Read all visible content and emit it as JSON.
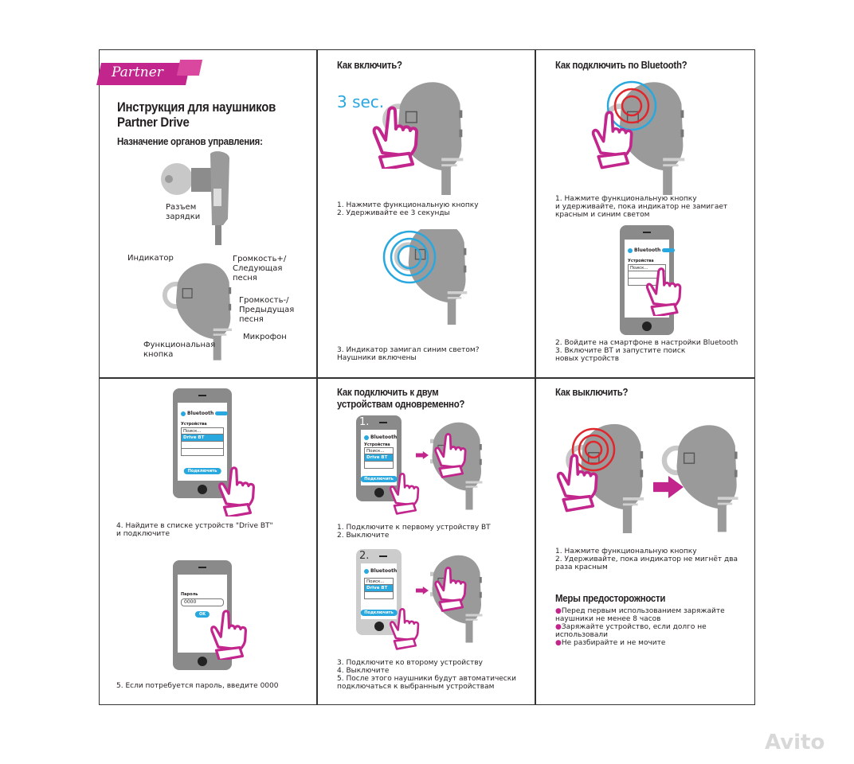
{
  "brand": {
    "logo": "Partner"
  },
  "panel1": {
    "title_line1": "Инструкция для наушников",
    "title_line2": "Partner Drive",
    "subtitle": "Назначение органов управления:",
    "labels": {
      "charging": "Разъем\nзарядки",
      "indicator": "Индикатор",
      "vol_up": "Громкость+/\nСледующая\nпесня",
      "vol_down": "Громкость-/\nПредыдущая\nпесня",
      "mic": "Микрофон",
      "func": "Функциональная\nкнопка"
    }
  },
  "panel2": {
    "title": "Как включить?",
    "timer": "3 sec.",
    "step12": "1. Нажмите функциональную кнопку\n2. Удерживайте ее 3 секунды",
    "step3": "3. Индикатор замигал синим светом?\nНаушники включены"
  },
  "panel3": {
    "title": "Как подключить по Bluetooth?",
    "step1": "1. Нажмите функциональную кнопку\nи удерживайте, пока индикатор не замигает\nкрасным и синим светом",
    "step23": "2. Войдите на смартфоне в настройки Bluetooth\n3. Включите ВТ и запустите поиск\nновых устройств"
  },
  "phone": {
    "bluetooth": "Bluetooth",
    "devices": "Устройства",
    "search": "Поиск...",
    "device": "Drive BT",
    "connect": "Подключить",
    "password_label": "Пароль",
    "password": "0000",
    "ok": "OK"
  },
  "panel4": {
    "step4": "4. Найдите в списке устройств \"Drive BT\"\nи подключите",
    "step5": "5. Если потребуется пароль, введите 0000"
  },
  "panel5": {
    "title": "Как подключить к двум\nустройствам одновременно?",
    "num1": "1.",
    "num2": "2.",
    "steps12": "1. Подключите к первому устройству ВТ\n2. Выключите",
    "steps345": "3. Подключите ко второму устройству\n4. Выключите\n5. После этого наушники будут автоматически\nподключаться к выбранным устройствам"
  },
  "panel6": {
    "title": "Как выключить?",
    "steps": "1. Нажмите функциональную кнопку\n2. Удерживайте, пока индикатор не мигнёт два\nраза красным",
    "safety_title": "Меры предосторожности",
    "safety": [
      "Перед первым использованием заряжайте\nнаушники не менее 8 часов",
      "Заряжайте устройство, если долго не\nиспользовали",
      "Не разбирайте и не мочите"
    ]
  },
  "watermark": "Avito",
  "colors": {
    "accent": "#c2268c",
    "blue": "#29a8df",
    "red": "#e0262d",
    "gray": "#9a9a9a"
  }
}
